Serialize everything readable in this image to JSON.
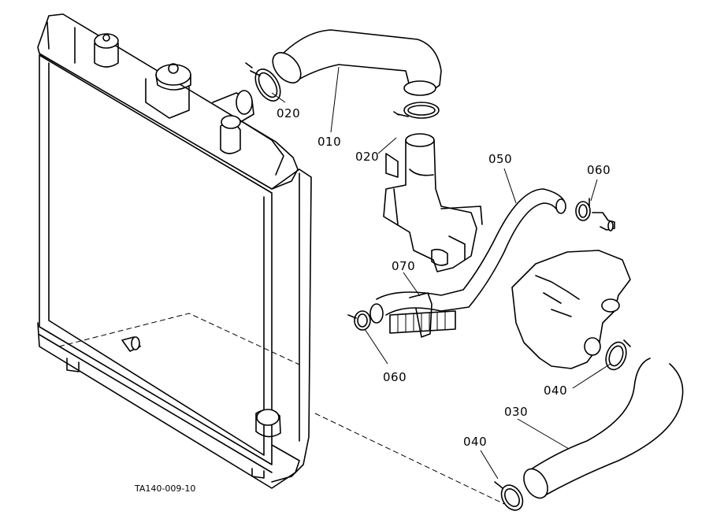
{
  "callouts": [
    {
      "id": "p010",
      "label": "010"
    },
    {
      "id": "p020a",
      "label": "020"
    },
    {
      "id": "p020b",
      "label": "020"
    },
    {
      "id": "p050",
      "label": "050"
    },
    {
      "id": "p060a",
      "label": "060"
    },
    {
      "id": "p070",
      "label": "070"
    },
    {
      "id": "p060b",
      "label": "060"
    },
    {
      "id": "p040a",
      "label": "040"
    },
    {
      "id": "p030",
      "label": "030"
    },
    {
      "id": "p040b",
      "label": "040"
    }
  ],
  "drawing_ref": "TA140-009-10"
}
